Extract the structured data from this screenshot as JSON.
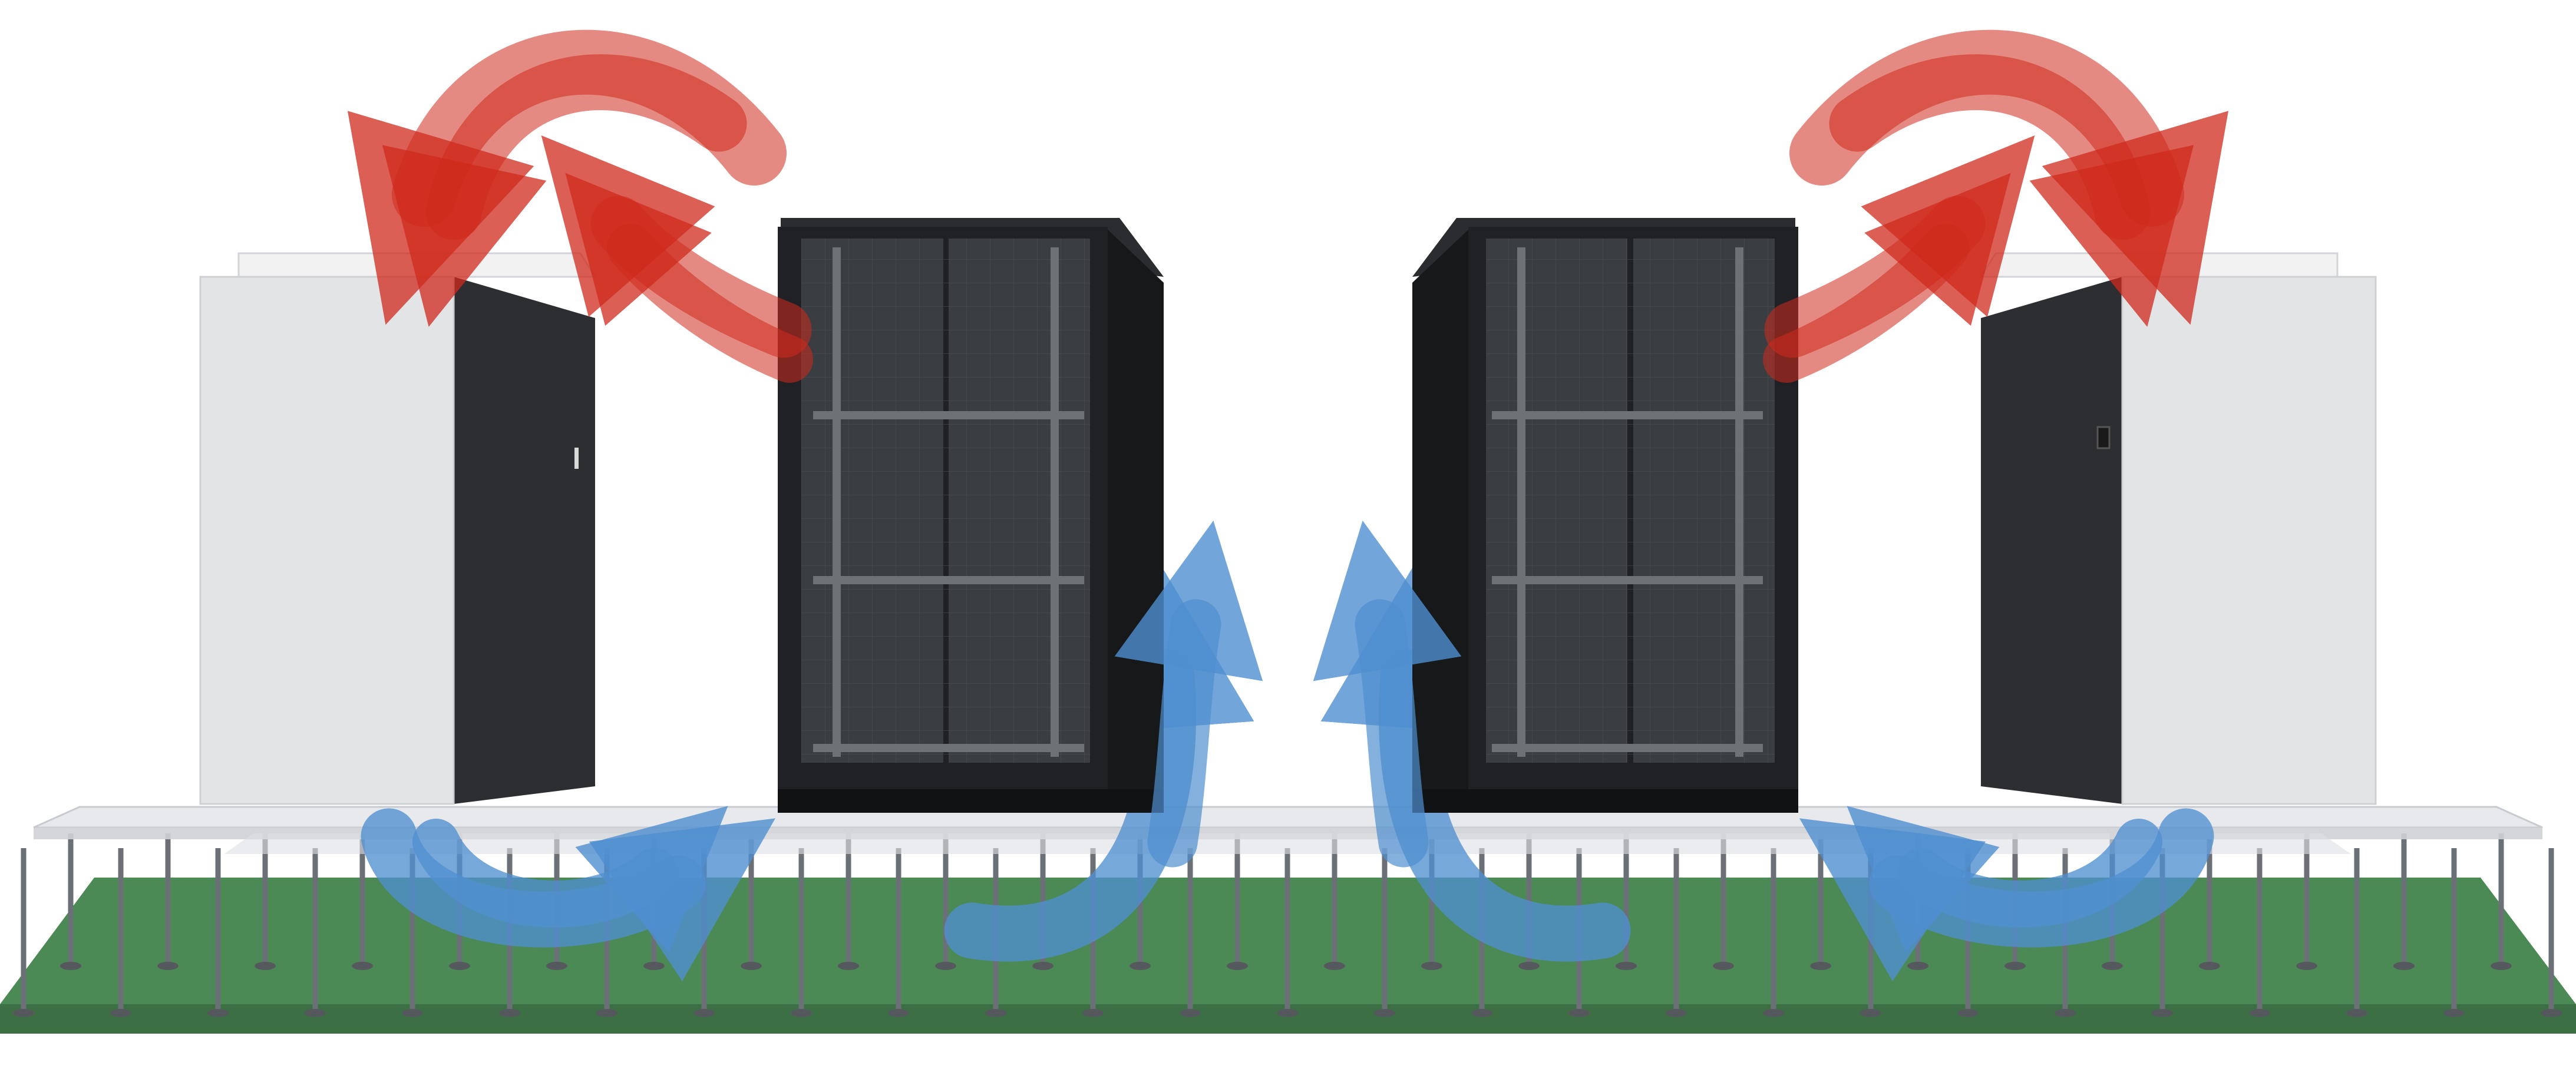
{
  "scene": {
    "elements": [
      {
        "name": "raised-floor",
        "kind": "raised-access-floor"
      },
      {
        "name": "crac-unit-left",
        "kind": "cooling-unit"
      },
      {
        "name": "crac-unit-right",
        "kind": "cooling-unit"
      },
      {
        "name": "server-rack-left",
        "kind": "server-rack"
      },
      {
        "name": "server-rack-right",
        "kind": "server-rack"
      }
    ],
    "airflow": {
      "hot_air_color": "#cf2a1c",
      "cold_air_color": "#4f8fcf"
    }
  },
  "colors": {
    "background": "#ffffff",
    "floor_base": "#4c8a55",
    "floor_edge": "#3d6f45",
    "floor_tile": "#e4e6e9",
    "pedestal": "#6b7076",
    "rack_body": "#1f2124",
    "rack_door": "#3a3d41",
    "rack_grid": "#6e7277",
    "crac_front": "#e3e4e6",
    "crac_side": "#2c2e31",
    "crac_top": "#f2f2f3"
  }
}
